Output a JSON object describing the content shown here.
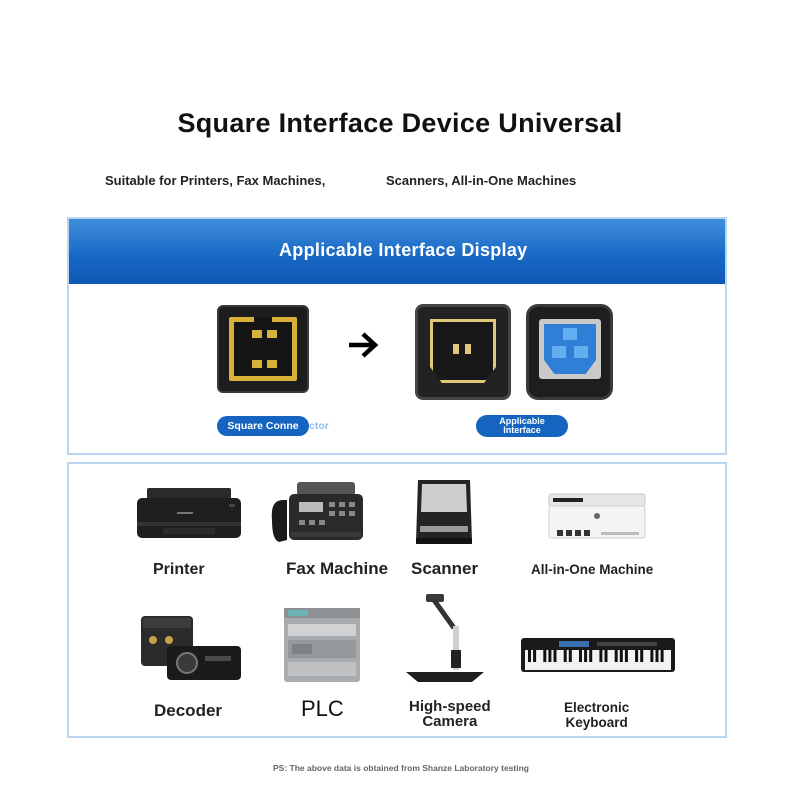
{
  "title": "Square Interface Device Universal",
  "subtitle": {
    "left": "Suitable for Printers, Fax Machines,",
    "right": "Scanners, All-in-One Machines"
  },
  "interface_panel": {
    "header": "Applicable Interface Display",
    "square_label_part1": "Square Conne",
    "square_label_part2": "ctor",
    "applicable_line1": "Applicable",
    "applicable_line2": "Interface"
  },
  "devices": {
    "printer": "Printer",
    "fax": "Fax Machine",
    "scanner": "Scanner",
    "all_in_one": "All-in-One Machine",
    "decoder": "Decoder",
    "plc": "PLC",
    "camera_line1": "High-speed",
    "camera_line2": "Camera",
    "keyboard_line1": "Electronic",
    "keyboard_line2": "Keyboard"
  },
  "footnote": "PS: The above data is obtained from Shanze Laboratory testing",
  "colors": {
    "header_blue": "#1766c4",
    "pill_blue": "#1564c0",
    "panel_border": "#b9d6ee",
    "gold": "#d7b13a"
  }
}
